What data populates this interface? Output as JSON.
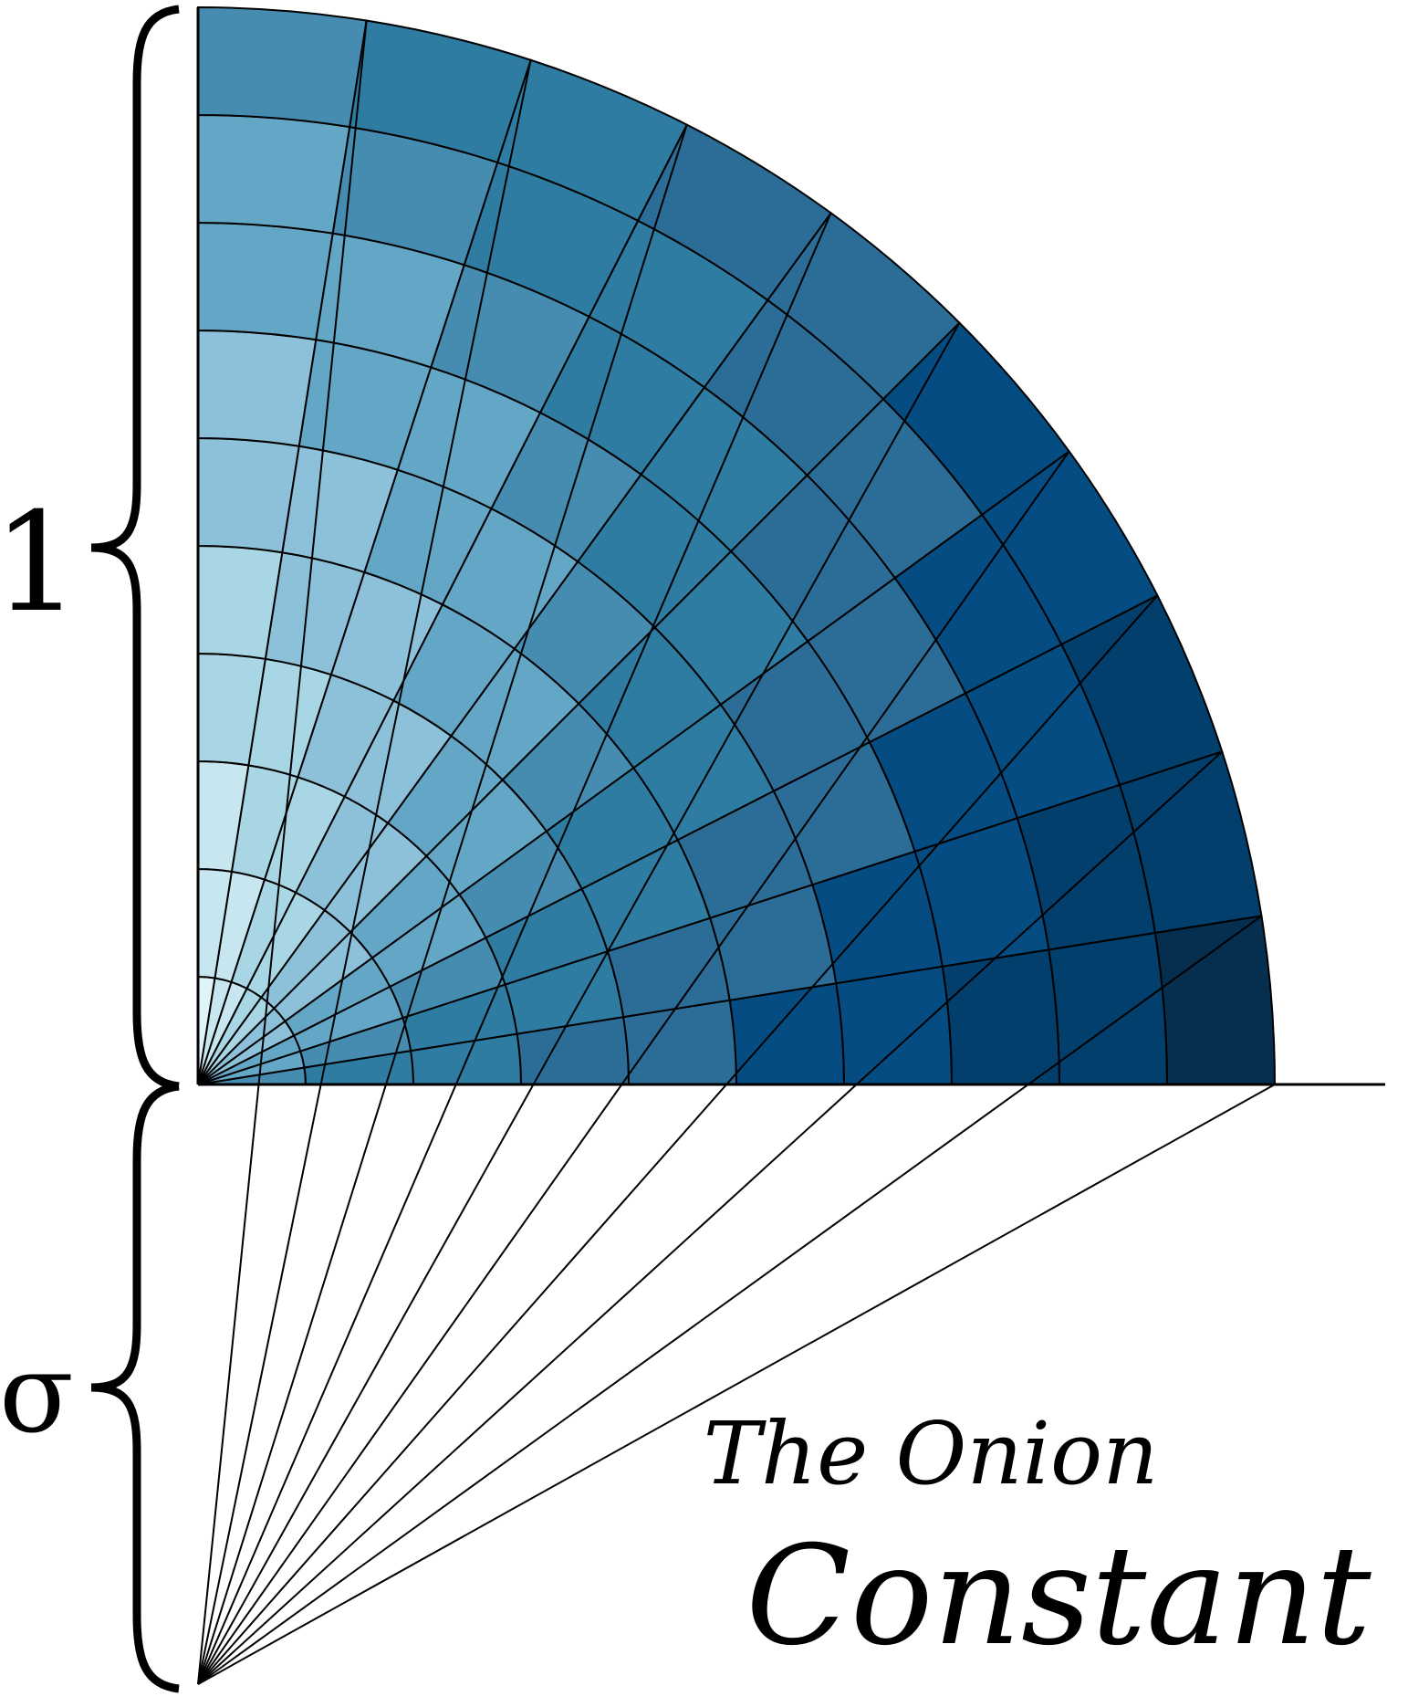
{
  "diagram": {
    "labels": {
      "top_brace": "1",
      "bottom_brace": "σ"
    },
    "title_line1": "The Onion",
    "title_line2": "Constant",
    "grid": {
      "angular_divisions": 10,
      "radial_divisions": 10
    },
    "palette": [
      "#e0f3f8",
      "#c8e6ef",
      "#a8d6e4",
      "#8cc1d9",
      "#64a6c6",
      "#468cb1",
      "#2f7ca2",
      "#2c6d98",
      "#054c82",
      "#023f6c",
      "#052e4f"
    ]
  }
}
